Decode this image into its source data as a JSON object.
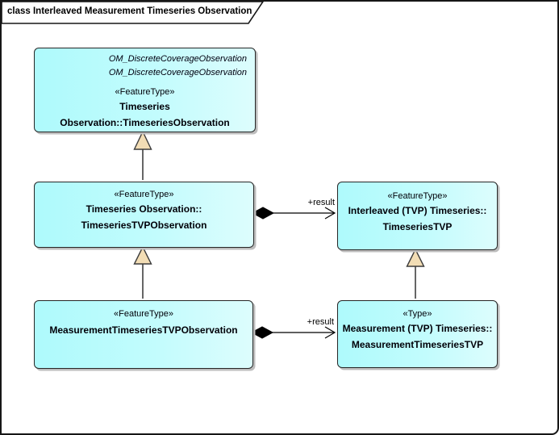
{
  "frame": {
    "label": "class Interleaved Measurement Timeseries Observation"
  },
  "classes": [
    {
      "id": "timeseries-observation",
      "annotations": [
        "OM_DiscreteCoverageObservation",
        "OM_DiscreteCoverageObservation"
      ],
      "stereotype": "«FeatureType»",
      "name_lines": [
        "Timeseries Observation::TimeseriesObservation"
      ]
    },
    {
      "id": "timeseries-tvp-observation",
      "stereotype": "«FeatureType»",
      "name_lines": [
        "Timeseries Observation::",
        "TimeseriesTVPObservation"
      ]
    },
    {
      "id": "timeseries-tvp",
      "stereotype": "«FeatureType»",
      "name_lines": [
        "Interleaved (TVP) Timeseries::",
        "TimeseriesTVP"
      ]
    },
    {
      "id": "measurement-timeseries-tvp-observation",
      "stereotype": "«FeatureType»",
      "name_lines": [
        "MeasurementTimeseriesTVPObservation"
      ]
    },
    {
      "id": "measurement-timeseries-tvp",
      "stereotype": "«Type»",
      "name_lines": [
        "Measurement (TVP) Timeseries::",
        "MeasurementTimeseriesTVP"
      ]
    }
  ],
  "connectors": {
    "generalizations": [
      {
        "from": "timeseries-tvp-observation",
        "to": "timeseries-observation"
      },
      {
        "from": "measurement-timeseries-tvp-observation",
        "to": "timeseries-tvp-observation"
      },
      {
        "from": "measurement-timeseries-tvp",
        "to": "timeseries-tvp"
      }
    ],
    "compositions": [
      {
        "from": "timeseries-tvp-observation",
        "to": "timeseries-tvp",
        "label": "+result"
      },
      {
        "from": "measurement-timeseries-tvp-observation",
        "to": "measurement-timeseries-tvp",
        "label": "+result"
      }
    ]
  },
  "colors": {
    "node_fill_left": "#aefafc",
    "node_fill_right": "#ddfdfd",
    "node_border": "#262626",
    "node_shadow": "#bdbdbd",
    "generalization_arrowhead_fill": "#f2ddb5",
    "composition_diamond_fill": "#000000",
    "connector_line": "#000000",
    "frame_border": "#161616",
    "background": "#ffffff",
    "text": "#000000"
  }
}
